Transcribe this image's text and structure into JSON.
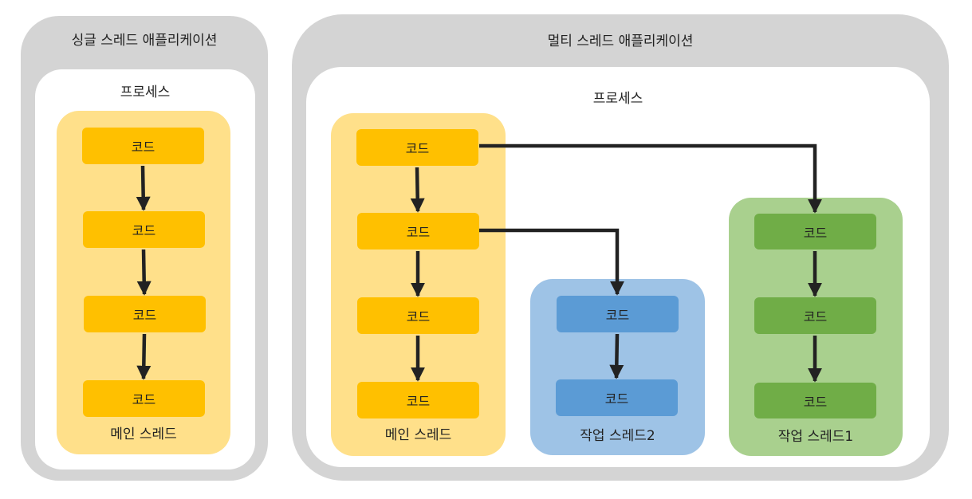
{
  "single": {
    "title": "싱글 스레드 애플리케이션",
    "process_label": "프로세스",
    "main_thread": {
      "label": "메인 스레드",
      "blocks": [
        "코드",
        "코드",
        "코드",
        "코드"
      ]
    }
  },
  "multi": {
    "title": "멀티 스레드 애플리케이션",
    "process_label": "프로세스",
    "main_thread": {
      "label": "메인 스레드",
      "blocks": [
        "코드",
        "코드",
        "코드",
        "코드"
      ]
    },
    "worker2": {
      "label": "작업 스레드2",
      "blocks": [
        "코드",
        "코드"
      ]
    },
    "worker1": {
      "label": "작업 스레드1",
      "blocks": [
        "코드",
        "코드",
        "코드"
      ]
    }
  },
  "colors": {
    "outer_bg": "#d4d4d4",
    "main_thread_bg": "#ffe08a",
    "main_code": "#ffc000",
    "worker2_bg": "#9ec3e6",
    "worker2_code": "#5b9bd5",
    "worker1_bg": "#a9d08e",
    "worker1_code": "#70ad47",
    "arrow": "#222222"
  }
}
